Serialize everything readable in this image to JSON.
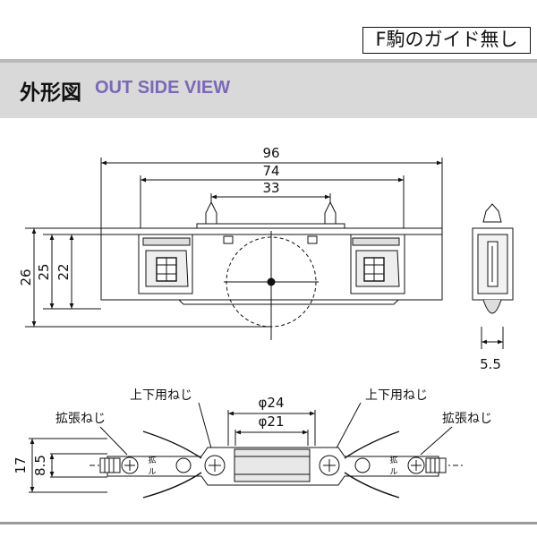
{
  "header_badge": "F駒のガイド無し",
  "section": {
    "title_jp": "外形図",
    "title_en": "OUT SIDE VIEW"
  },
  "front_view": {
    "width_overall": "96",
    "width_mid": "74",
    "width_inner": "33",
    "height_overall": "26",
    "height_mid": "25",
    "height_inner": "22"
  },
  "side_view": {
    "thickness": "5.5"
  },
  "bottom_view": {
    "label_adjust_screw_left": "上下用ねじ",
    "label_adjust_screw_right": "上下用ねじ",
    "label_expand_screw_left": "拡張ねじ",
    "label_expand_screw_right": "拡張ねじ",
    "diameter_outer": "φ24",
    "diameter_inner": "φ21",
    "height_overall": "17",
    "height_inner": "8.5",
    "mark_left_1": "拡",
    "mark_left_2": "ル",
    "mark_right_1": "拡",
    "mark_right_2": "ル"
  },
  "colors": {
    "title_accent": "#7b68b6",
    "title_band": "#d9d9d9"
  }
}
